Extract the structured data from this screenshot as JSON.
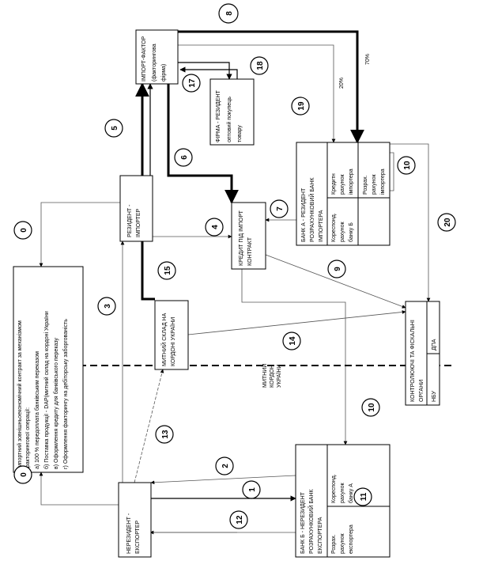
{
  "boxes": {
    "contract": {
      "title": "Імпортний зовнішньоекономічний контракт за механізмом",
      "lines": [
        "факторингової операції:",
        "а) 100 % передоплата банківським переказом",
        "б) Поставка продукції - DAP(митний склад на кордоні України",
        "в) Оформлення кредиту для банківського переказу",
        "г) Оформлення факторингу на дебіторську заборгованість"
      ]
    },
    "exporter": {
      "lines": [
        "НЕРЕЗИДЕНТ -",
        "ЕКСПОРТЕР"
      ]
    },
    "importer": {
      "lines": [
        "РЕЗИДЕНТ -",
        "ІМПОРТЕР"
      ]
    },
    "customs": {
      "lines": [
        "МИТНИЙ СКЛАД НА",
        "КОРДОНІ УКРАЇНИ"
      ]
    },
    "credit": {
      "lines": [
        "КРЕДИТ ПІД ІМПОРТ",
        "КОНТРАКТ"
      ]
    },
    "factor": {
      "lines": [
        "ІМПОРТ-ФАКТОР",
        "(факторингова",
        "фірма)"
      ]
    },
    "buyer": {
      "lines": [
        "ФІРМА - РЕЗИДЕНТ",
        "оптовий покупець",
        "товару"
      ]
    },
    "bankA": {
      "header": [
        "БАНК А - РЕЗИДЕНТ",
        "РОЗРАХУНКОВИЙ БАНК",
        "ІМПОРТЕРА"
      ],
      "cells": [
        [
          "Кореспонд.",
          "рахунок",
          "банку Б"
        ],
        [
          "Кредитн",
          "рахунок",
          "імпортера"
        ],
        [
          "Розрах.",
          "рахунок",
          "імпортера"
        ]
      ]
    },
    "bankB": {
      "header": [
        "БАНК Б - НЕРЕЗИДЕНТ",
        "РОЗРАХУНКОВИЙ БАНК",
        "ЕКСПОРТЕРА"
      ],
      "cells": [
        [
          "Розрах.",
          "рахунок",
          "експортера"
        ],
        [
          "Кореспонд.",
          "рахунок",
          "банку А"
        ]
      ]
    },
    "control": {
      "header": "КОНТРОЛЮЮЧІ ТА ФІСКАЛЬНІ",
      "sub": "ОРГАНИ",
      "cells": [
        "НБУ",
        "ДПА"
      ]
    }
  },
  "border_label": [
    "МИТНИЙ",
    "КОРДОН",
    "УКРАЇНИ"
  ],
  "percents": {
    "p20": "20%",
    "p70": "70%"
  },
  "steps": {
    "s0a": "0",
    "s0b": "0",
    "s1": "1",
    "s2": "2",
    "s3": "3",
    "s4": "4",
    "s5": "5",
    "s6": "6",
    "s7": "7",
    "s8": "8",
    "s9": "9",
    "s10a": "10",
    "s10b": "10",
    "s11": "11",
    "s12": "12",
    "s13": "13",
    "s14": "14",
    "s15": "15",
    "s17": "17",
    "s18": "18",
    "s19": "19",
    "s20": "20"
  }
}
